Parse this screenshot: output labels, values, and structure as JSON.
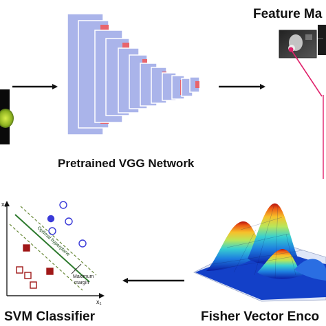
{
  "labels": {
    "vgg": "Pretrained VGG Network",
    "feature_maps": "Feature Ma",
    "svm": "SVM Classifier",
    "fisher": "Fisher Vector Enco"
  },
  "svm_plot": {
    "x_axis": "x₁",
    "y_axis": "x₂",
    "hyperplane": "Optimal hyperplane",
    "margin": "Maximum margin"
  },
  "colors": {
    "vgg_block": "#aab4ea",
    "vgg_stripe": "#e8646c",
    "svm_hyperplane": "#2e7a2e",
    "svm_margin": "#6a8a3a",
    "svm_class_a": "#3a3ad8",
    "svm_class_b": "#a01818",
    "feature_line": "#e0206a"
  }
}
